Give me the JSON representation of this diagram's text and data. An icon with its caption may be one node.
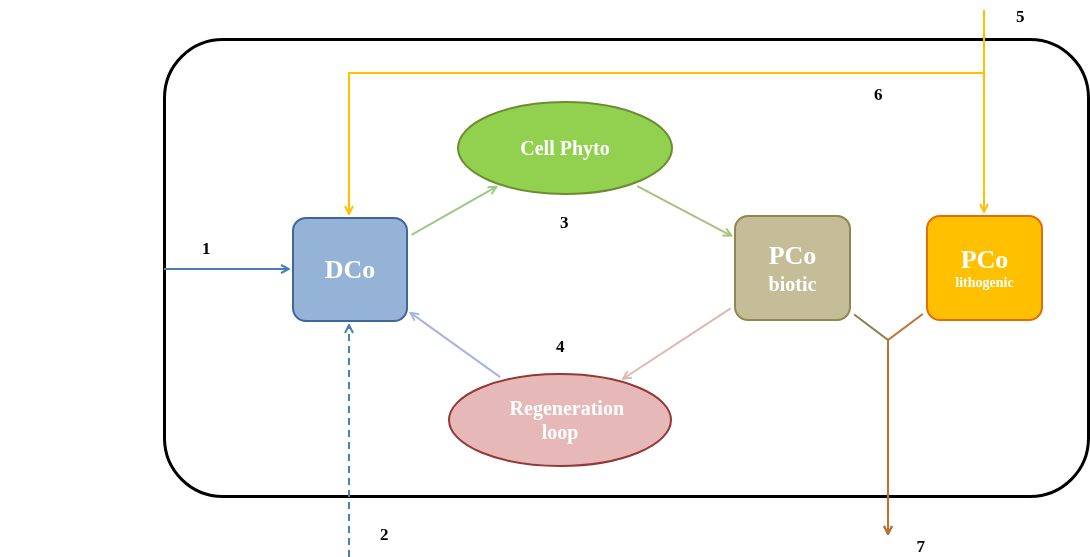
{
  "diagram": {
    "nodes": [
      {
        "text": [],
        "shape": "box"
      },
      {
        "text": [
          "DCo"
        ],
        "in": 0
      },
      {
        "text": [
          "Cell Phyto"
        ],
        "in": 0
      },
      {
        "text": [
          "PCo",
          "biotic"
        ],
        "in": 0
      },
      {
        "text": [
          "PCo",
          "lithogenic"
        ],
        "in": 0
      },
      {
        "text": [
          "Regeneration loop"
        ],
        "in": 0
      },
      {
        "text": [
          "7"
        ]
      }
    ],
    "edges": [
      {
        "from": null,
        "to": 1,
        "arrow": "to",
        "label": "1",
        "color": "#4a7ebb"
      },
      {
        "from": null,
        "to": 1,
        "arrow": "to",
        "label": "2",
        "style": "dashed",
        "color": "#4a7ebb"
      },
      {
        "from": null,
        "to": 4,
        "arrow": "to",
        "label": "5",
        "color": "#ffc000"
      },
      {
        "from": null,
        "to": 1,
        "arrow": "to",
        "label": "6",
        "color": "#ffc000"
      },
      {
        "from": 1,
        "to": 2,
        "arrow": "to",
        "color": "#9cc98a"
      },
      {
        "from": 2,
        "to": 3,
        "arrow": "to",
        "color": "#a9c07e"
      },
      {
        "from": 3,
        "to": 5,
        "arrow": "to",
        "color": "#dcb8ae"
      },
      {
        "from": 5,
        "to": 1,
        "arrow": "to",
        "color": "#a9b4dc"
      },
      {
        "from": 3,
        "to": 6,
        "arrow": "to",
        "color": "#8a7d50"
      },
      {
        "from": 4,
        "to": 6,
        "arrow": "to",
        "color": "#c07030"
      }
    ],
    "labels": [
      "3",
      "4"
    ]
  }
}
